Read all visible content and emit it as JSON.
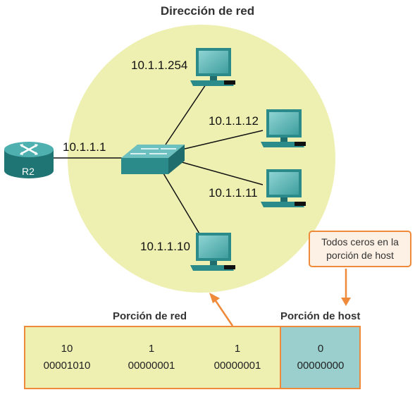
{
  "title": "Dirección de red",
  "router": {
    "label": "R2",
    "ip": "10.1.1.1"
  },
  "hosts": [
    {
      "ip": "10.1.1.254"
    },
    {
      "ip": "10.1.1.12"
    },
    {
      "ip": "10.1.1.11"
    },
    {
      "ip": "10.1.1.10"
    }
  ],
  "callout": {
    "line1": "Todos ceros en la",
    "line2": "porción de host"
  },
  "portions": {
    "network": "Porción de red",
    "host": "Porción de host"
  },
  "octets": [
    {
      "decimal": "10",
      "binary": "00001010"
    },
    {
      "decimal": "1",
      "binary": "00000001"
    },
    {
      "decimal": "1",
      "binary": "00000001"
    },
    {
      "decimal": "0",
      "binary": "00000000"
    }
  ],
  "colors": {
    "network_area": "#eef0b2",
    "host_area": "#9acfcd",
    "accent": "#ee8a3a",
    "router": "#2b8a8a"
  }
}
